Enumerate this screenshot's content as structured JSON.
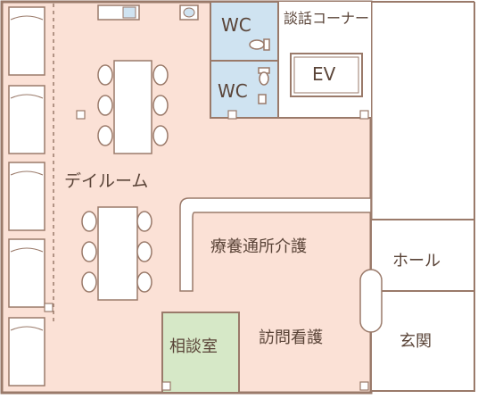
{
  "labels": {
    "wc_top": "WC",
    "wc_bottom": "WC",
    "talk_corner": "談話コーナー",
    "ev": "EV",
    "day_room": "デイルーム",
    "care_service": "療養通所介護",
    "visit_nursing": "訪問看護",
    "consult_room": "相談室",
    "hall": "ホール",
    "entrance": "玄関"
  },
  "colors": {
    "floor": "#fbe1d6",
    "wall": "#9a7a6a",
    "wc_fill": "#cfe3f1",
    "consult_fill": "#d6e8c7",
    "text": "#5a4438",
    "white": "#ffffff"
  }
}
